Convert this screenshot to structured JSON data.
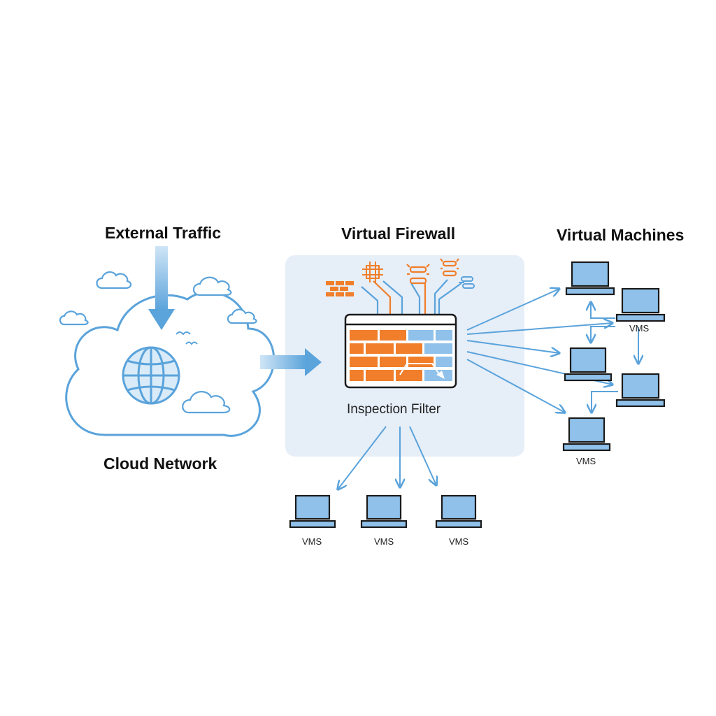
{
  "labels": {
    "external_traffic": "External Traffic",
    "cloud_network": "Cloud Network",
    "virtual_firewall": "Virtual Firewall",
    "inspection_filter": "Inspection Filter",
    "virtual_machines": "Virtual Machines"
  },
  "vm_labels": {
    "vm_top_right": "VMS",
    "vm_right_bottom": "VMS",
    "vm_bottom_1": "VMS",
    "vm_bottom_2": "VMS",
    "vm_bottom_3": "VMS"
  },
  "colors": {
    "blue_line": "#5aa3db",
    "blue_fill": "#8fc1ea",
    "panel": "#e6eef8",
    "orange": "#f07e2a",
    "dark": "#1a1a1a"
  }
}
